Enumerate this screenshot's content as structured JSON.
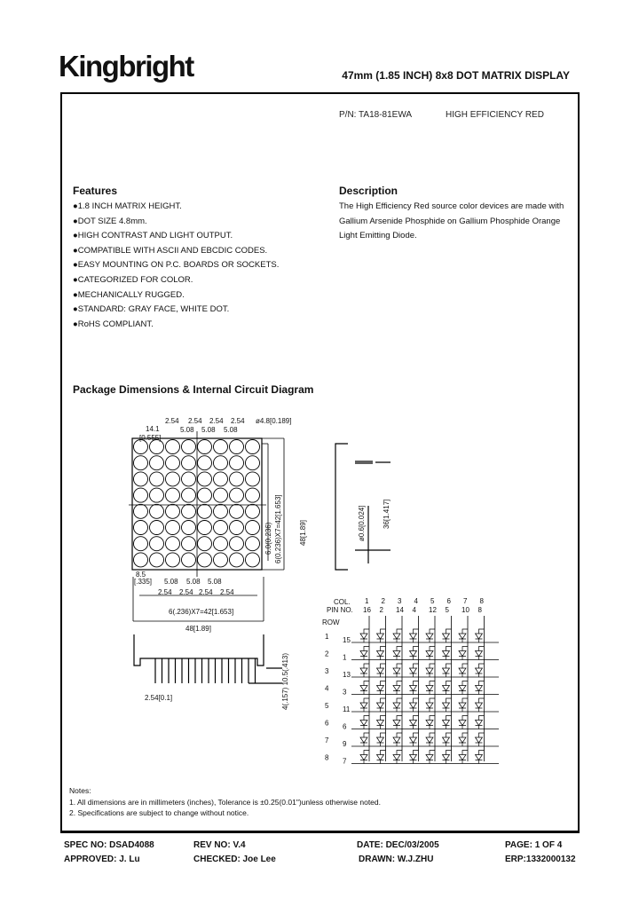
{
  "header": {
    "logo": "Kingbright",
    "title": "47mm (1.85 INCH) 8x8 DOT MATRIX DISPLAY"
  },
  "part": {
    "pn": "P/N: TA18-81EWA",
    "color": "HIGH  EFFICIENCY  RED"
  },
  "features": {
    "heading": "Features",
    "items": [
      "●1.8 INCH MATRIX HEIGHT.",
      "●DOT SIZE 4.8mm.",
      "●HIGH CONTRAST AND LIGHT OUTPUT.",
      "●COMPATIBLE WITH ASCII AND EBCDIC CODES.",
      "●EASY MOUNTING ON P.C. BOARDS OR SOCKETS.",
      "●CATEGORIZED FOR COLOR.",
      "●MECHANICALLY RUGGED.",
      "●STANDARD: GRAY  FACE, WHITE DOT.",
      "●RoHS COMPLIANT."
    ]
  },
  "description": {
    "heading": "Description",
    "lines": [
      "The High Efficiency Red source color devices are made with",
      "Gallium Arsenide Phosphide on Gallium Phosphide Orange",
      "Light Emitting Diode."
    ]
  },
  "package": {
    "heading": "Package Dimensions & Internal Circuit Diagram",
    "dims": {
      "top_pitch": [
        "2.54",
        "2.54",
        "2.54",
        "2.54"
      ],
      "top_pitch2": [
        "5.08",
        "5.08",
        "5.08"
      ],
      "left_w": "14.1",
      "left_w_in": "[0.555]",
      "dot_dia": "ø4.8[0.189]",
      "h_pitch": "6(0.236)X7=42[1.653]",
      "h_offset": "6.0(0.236)",
      "height": "48[1.89]",
      "corner": "8.5",
      "corner_in": "[.335]",
      "bot_pitch": [
        "5.08",
        "5.08",
        "5.08"
      ],
      "bot_pitch2": [
        "2.54",
        "2.54",
        "2.54",
        "2.54"
      ],
      "w_pitch": "6(.236)X7=42[1.653]",
      "width": "48[1.89]",
      "pin_pitch": "2.54[0.1]",
      "pin_len": "4(.157)  10.5(.413)",
      "side_h": "36[1.417]",
      "side_t": "ø0.6[0.024]"
    },
    "circuit": {
      "col_label": "COL.",
      "pin_label": "PIN  NO.",
      "row_label": "ROW",
      "cols": [
        "1",
        "2",
        "3",
        "4",
        "5",
        "6",
        "7",
        "8"
      ],
      "col_pins": [
        "16",
        "2",
        "14",
        "4",
        "12",
        "5",
        "10",
        "8"
      ],
      "rows": [
        "1",
        "2",
        "3",
        "4",
        "5",
        "6",
        "7",
        "8"
      ],
      "row_pins": [
        "15",
        "1",
        "13",
        "3",
        "11",
        "6",
        "9",
        "7"
      ]
    }
  },
  "notes": {
    "heading": "Notes:",
    "items": [
      "1. All dimensions are in millimeters (inches), Tolerance is ±0.25(0.01\")unless otherwise noted.",
      "2. Specifications are subject  to change without notice."
    ]
  },
  "footer": {
    "spec": "SPEC NO: DSAD4088",
    "rev": "REV NO: V.4",
    "date": "DATE: DEC/03/2005",
    "page": "PAGE:  1 OF 4",
    "approved": "APPROVED: J. Lu",
    "checked": "CHECKED: Joe Lee",
    "drawn": "DRAWN: W.J.ZHU",
    "erp": "ERP:1332000132"
  }
}
